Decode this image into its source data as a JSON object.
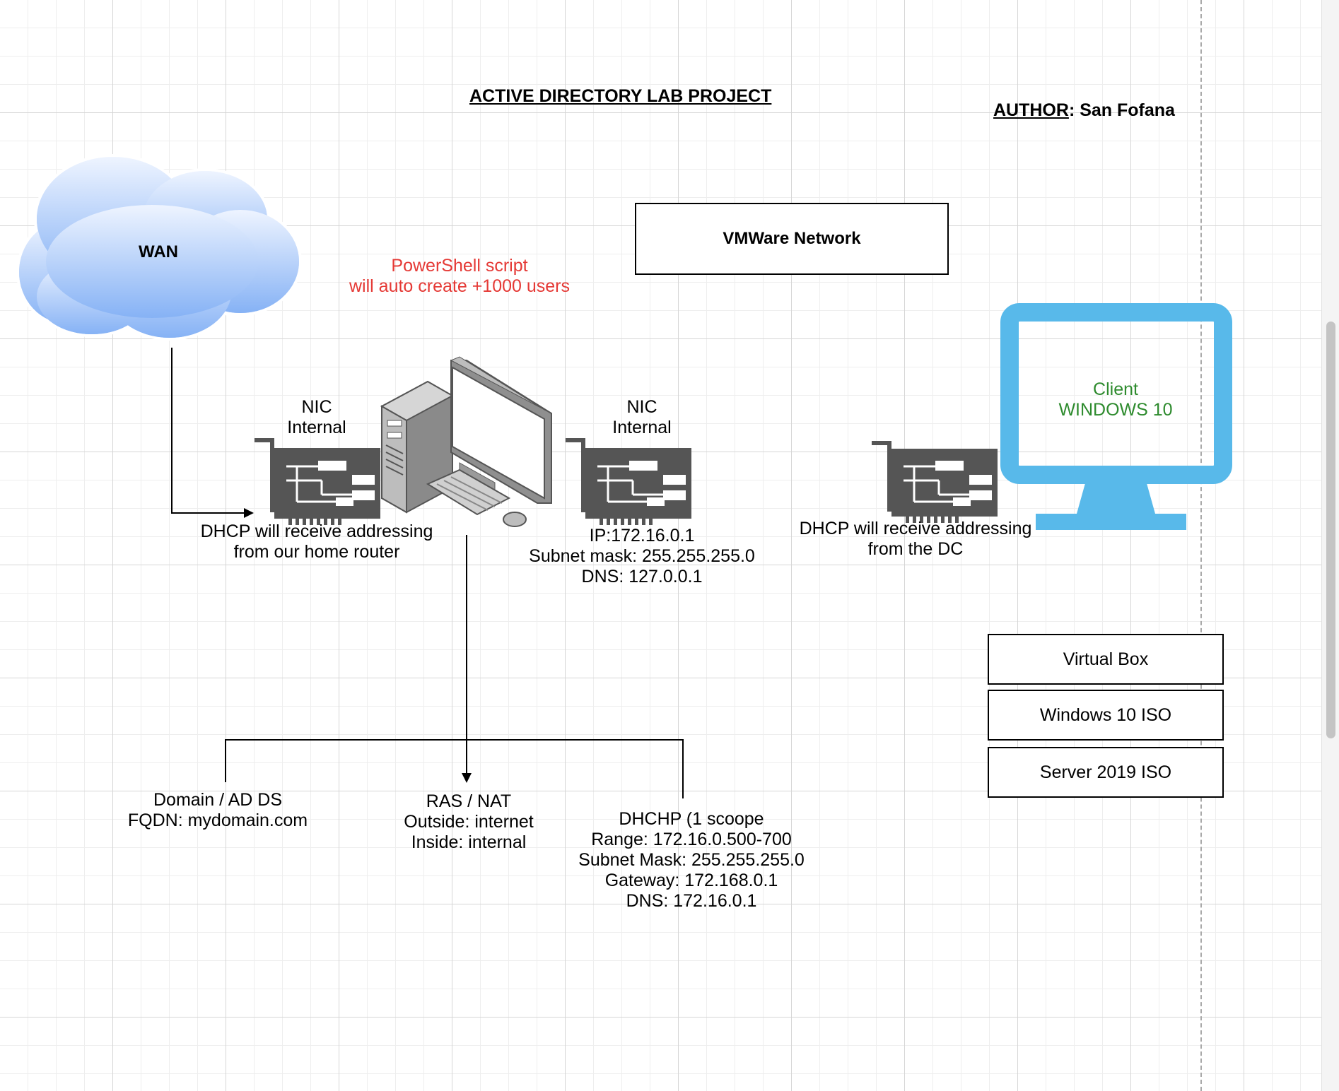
{
  "title": "ACTIVE DIRECTORY LAB PROJECT",
  "author": {
    "label": "AUTHOR",
    "separator": ": ",
    "name": "San Fofana"
  },
  "wan": {
    "label": "WAN"
  },
  "vmware": {
    "label": "VMWare Network"
  },
  "powershell": {
    "line1": "PowerShell script",
    "line2": "will auto create +1000 users",
    "color": "#e53935"
  },
  "nic_left": {
    "line1": "NIC",
    "line2": "Internal"
  },
  "nic_right": {
    "line1": "NIC",
    "line2": "Internal"
  },
  "dhcp_home": {
    "line1": "DHCP will receive addressing",
    "line2": "from our home router"
  },
  "dc_ip": {
    "line1": "IP:172.16.0.1",
    "line2": "Subnet mask: 255.255.255.0",
    "line3": "DNS: 127.0.0.1"
  },
  "dhcp_dc": {
    "line1": "DHCP will receive addressing",
    "line2": "from the DC"
  },
  "client": {
    "line1": "Client",
    "line2": "WINDOWS 10",
    "color": "#2e8b2e",
    "monitor_color": "#58b9ea"
  },
  "domain": {
    "line1": "Domain / AD DS",
    "line2": "FQDN: mydomain.com"
  },
  "ras": {
    "line1": "RAS / NAT",
    "line2": "Outside: internet",
    "line3": "Inside: internal"
  },
  "dhcp_scope": {
    "line1": "DHCHP (1 scoope",
    "line2": "Range: 172.16.0.500-700",
    "line3": "Subnet Mask: 255.255.255.0",
    "line4": "Gateway: 172.168.0.1",
    "line5": "DNS: 172.16.0.1"
  },
  "resources": [
    "Virtual Box",
    "Windows 10 ISO",
    "Server 2019 ISO"
  ]
}
